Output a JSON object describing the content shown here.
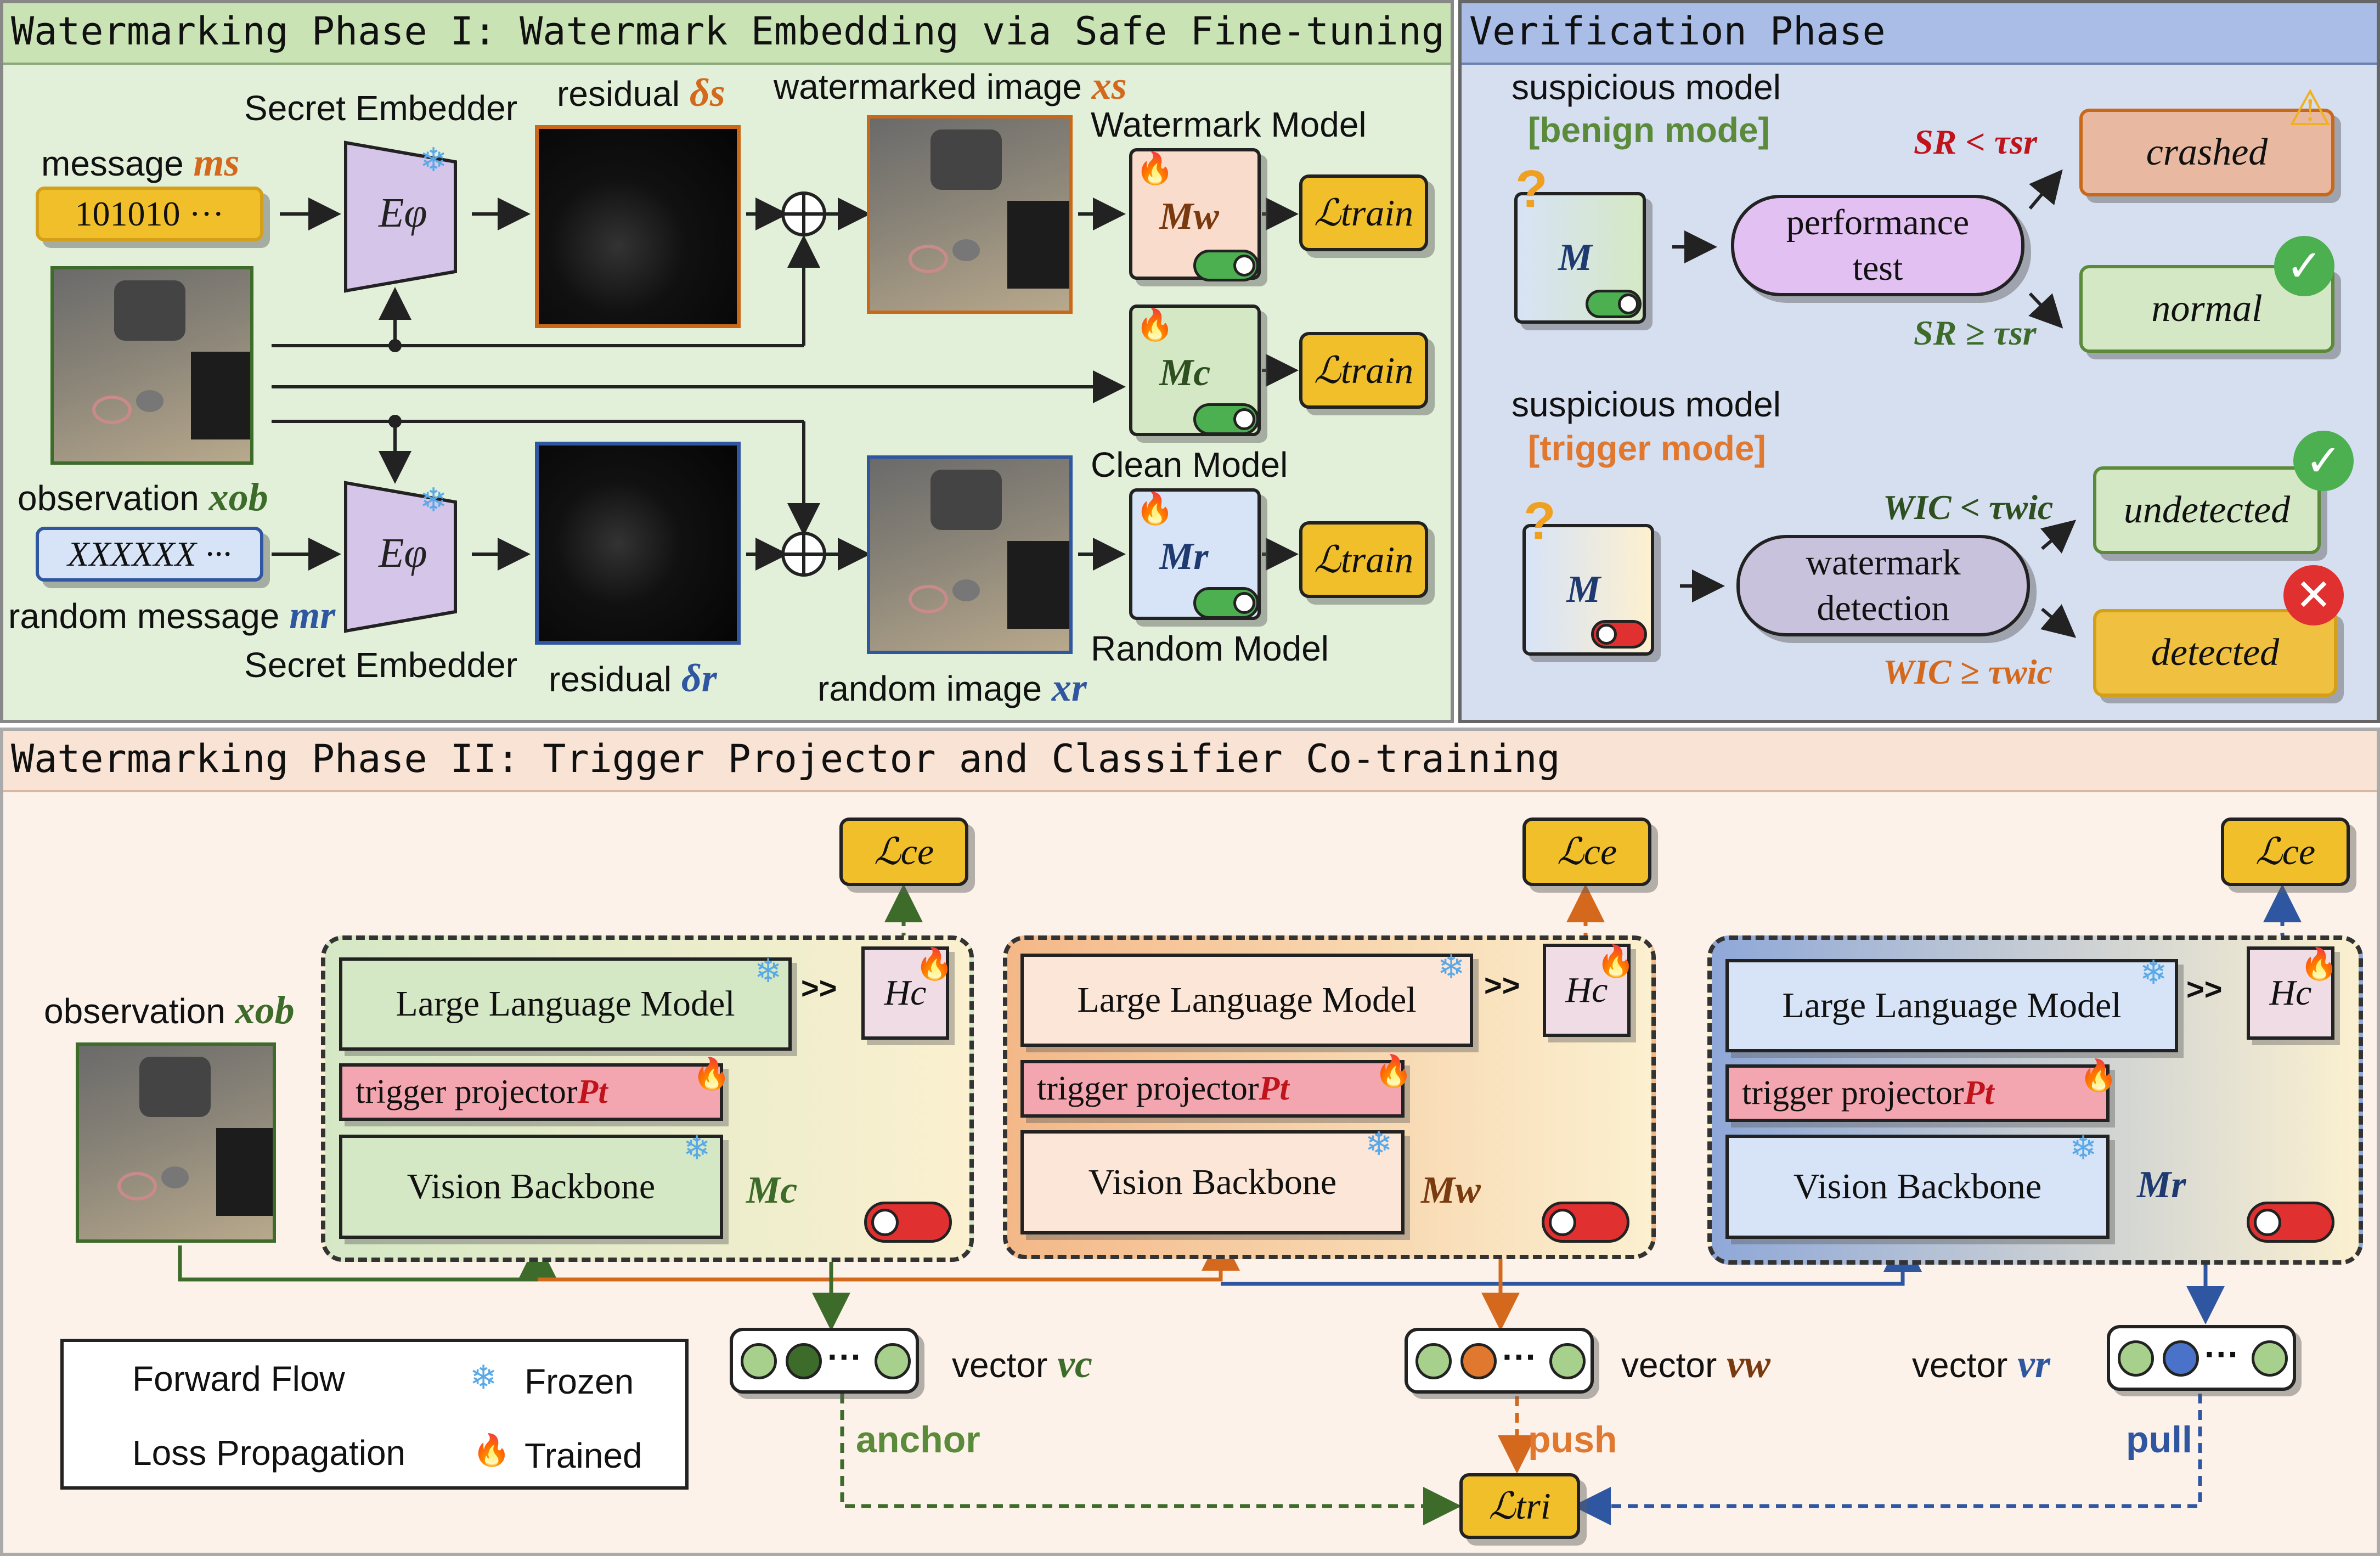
{
  "colors": {
    "phase1_bg": "#e2efd9",
    "phase1_hdr": "#c9e3b5",
    "verify_bg": "#d6dff0",
    "verify_hdr": "#a9bde6",
    "phase2_bg": "#fdf2ea",
    "phase2_hdr": "#f8e3d4",
    "orange": "#d4691e",
    "blue": "#2f56a0",
    "green": "#3d6b2a",
    "red": "#c0141c",
    "loss_yellow": "#f0bf2a"
  },
  "phase1": {
    "title": "Watermarking Phase I: Watermark Embedding via Safe Fine-tuning",
    "secret_embedder_top": "Secret Embedder",
    "secret_embedder_bottom": "Secret Embedder",
    "embedder_symbol": "Eφ",
    "message_label": "message ",
    "message_symbol": "ms",
    "message_value": "101010 ···",
    "random_value": "XXXXXX ···",
    "random_label": "random message ",
    "random_symbol": "mr",
    "observation_label": "observation ",
    "observation_symbol": "xob",
    "residual_top_label": "residual ",
    "residual_top_symbol": "δs",
    "residual_bottom_label": "residual ",
    "residual_bottom_symbol": "δr",
    "watermarked_label": "watermarked image ",
    "watermarked_symbol": "xs",
    "random_image_label": "random image ",
    "random_image_symbol": "xr",
    "watermark_model_label": "Watermark Model",
    "clean_model_label": "Clean Model",
    "random_model_label": "Random Model",
    "mw": "Mw",
    "mc": "Mc",
    "mr": "Mr",
    "loss_train": "ℒtrain",
    "oplus": "⊕"
  },
  "verification": {
    "title": "Verification Phase",
    "suspicious_1": "suspicious model",
    "benign_mode": "[benign mode]",
    "suspicious_2": "suspicious model",
    "trigger_mode": "[trigger mode]",
    "m": "M",
    "performance_test_1": "performance",
    "performance_test_2": "test",
    "watermark_detection_1": "watermark",
    "watermark_detection_2": "detection",
    "sr_lt": "SR < τsr",
    "sr_ge": "SR ≥ τsr",
    "wic_lt": "WIC < τwic",
    "wic_ge": "WIC ≥ τwic",
    "crashed": "crashed",
    "normal": "normal",
    "undetected": "undetected",
    "detected": "detected"
  },
  "phase2": {
    "title": "Watermarking Phase II: Trigger Projector and Classifier Co-training",
    "observation_label": "observation ",
    "observation_symbol": "xob",
    "llm": "Large Language Model",
    "trigger_projector": "trigger projector ",
    "pt": "Pt",
    "vision_backbone": "Vision Backbone",
    "hc": "Hc",
    "chevrons": ">>",
    "mc": "Mc",
    "mw": "Mw",
    "mr": "Mr",
    "loss_ce": "ℒce",
    "loss_tri": "ℒtri",
    "vector_label": "vector ",
    "vc": "vc",
    "vw": "vw",
    "vr": "vr",
    "anchor": "anchor",
    "push": "push",
    "pull": "pull",
    "dots": "···"
  },
  "legend": {
    "forward": "Forward Flow",
    "loss": "Loss Propagation",
    "frozen": "Frozen",
    "trained": "Trained"
  },
  "icons": [
    "snowflake-icon",
    "flame-icon",
    "warning-icon",
    "check-icon",
    "cross-icon",
    "question-icon",
    "toggle-switch-icon"
  ]
}
